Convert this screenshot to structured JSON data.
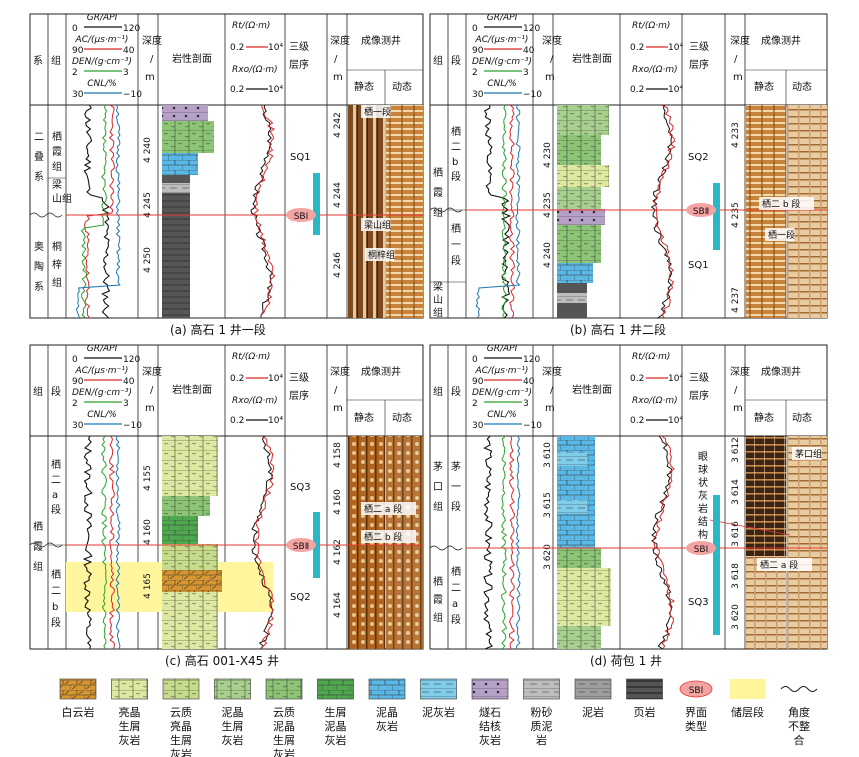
{
  "colors": {
    "gr": "#111111",
    "ac": "#d62728",
    "den": "#2ca02c",
    "cnl": "#1f77b4",
    "sb": "#e53935",
    "sb_fill": "#f4a3a3",
    "sys_bar": "#2bb7c6",
    "reservoir": "#fff59d",
    "dolomite": "#d9962e",
    "bright_lime": "#dfe8a0",
    "dol_bright_lime": "#c6dc8a",
    "micrite_bio": "#a8d08d",
    "dol_micrite_bio": "#8cc576",
    "bio_lime": "#4ea84e",
    "micrite_lime": "#5ab8e6",
    "marl": "#7fcde9",
    "chert": "#b7a0c8",
    "silty_mud": "#bdbdbd",
    "mudstone": "#9e9e9e",
    "shale": "#555555"
  },
  "log_header": {
    "gr": "GR/API",
    "gr_min": "0",
    "gr_max": "120",
    "ac": "AC/(μs·m⁻¹)",
    "ac_min": "90",
    "ac_max": "40",
    "den": "DEN/(g·cm⁻³)",
    "den_min": "2",
    "den_max": "3",
    "cnl": "CNL/%",
    "cnl_min": "30",
    "cnl_max": "−10",
    "depth": "深度/m",
    "lith": "岩性剖面",
    "rt": "Rt/(Ω·m)",
    "rt_min": "0.2",
    "rt_max": "10⁴",
    "rxo": "Rxo/(Ω·m)",
    "rxo_min": "0.2",
    "rxo_max": "10⁴",
    "seq": "三级层序",
    "img": "成像测井",
    "static": "静态",
    "dynamic": "动态"
  },
  "panels": {
    "a": {
      "caption": "(a) 高石 1 井一段",
      "col_system": "系",
      "col_group": "组",
      "systems": [
        "二叠系",
        "奥陶系"
      ],
      "groups": [
        "栖霞组",
        "梁山组",
        "桐梓组"
      ],
      "depth_ticks": [
        "4 240",
        "4 245",
        "4 250"
      ],
      "img_ticks": [
        "4 242",
        "4 244",
        "4 246"
      ],
      "seq": [
        "SQ1"
      ],
      "boundary": "SBⅠ",
      "img_labels": [
        "栖一段",
        "梁山组",
        "桐梓组"
      ]
    },
    "b": {
      "caption": "(b) 高石 1 井二段",
      "col_group": "组",
      "col_member": "段",
      "groups": [
        "栖霞组",
        "梁山组"
      ],
      "members": [
        "栖二b段",
        "栖一段"
      ],
      "depth_ticks": [
        "4 230",
        "4 235",
        "4 240"
      ],
      "img_ticks": [
        "4 233",
        "4 235",
        "4 237"
      ],
      "seq": [
        "SQ2",
        "SQ1"
      ],
      "boundary": "SBⅡ",
      "img_labels": [
        "栖二 b 段",
        "栖一段"
      ]
    },
    "c": {
      "caption": "(c) 高石 001-X45 井",
      "col_group": "组",
      "col_member": "段",
      "groups": [
        "栖霞组"
      ],
      "members": [
        "栖二a段",
        "栖二b段"
      ],
      "depth_ticks": [
        "4 155",
        "4 160",
        "4 165"
      ],
      "img_ticks": [
        "4 158",
        "4 160",
        "4 162",
        "4 164"
      ],
      "seq": [
        "SQ3",
        "SQ2"
      ],
      "boundary": "SBⅡ",
      "img_labels": [
        "栖二 a 段",
        "栖二 b 段"
      ]
    },
    "d": {
      "caption": "(d) 荷包 1 井",
      "col_group": "组",
      "col_member": "段",
      "groups": [
        "茅口组",
        "栖霞组"
      ],
      "members": [
        "茅一段",
        "栖二a段"
      ],
      "depth_ticks": [
        "3 610",
        "3 615",
        "3 620"
      ],
      "img_ticks": [
        "3 612",
        "3 614",
        "3 616",
        "3 618",
        "3 620"
      ],
      "seq": [
        "SQ3"
      ],
      "boundary": "SBⅠ",
      "annotation": "眼球状灰岩结构",
      "img_labels": [
        "茅口组",
        "栖二 a 段"
      ]
    }
  },
  "legend": [
    {
      "name": "dolomite",
      "label": "白云岩"
    },
    {
      "name": "bright-bioclastic-limestone",
      "label": "亮晶生屑灰岩"
    },
    {
      "name": "dolomitic-bright-bioclastic-limestone",
      "label": "云质亮晶生屑灰岩"
    },
    {
      "name": "micritic-bioclastic-limestone",
      "label": "泥晶生屑灰岩"
    },
    {
      "name": "dolomitic-micritic-bioclastic-limestone",
      "label": "云质泥晶生屑灰岩"
    },
    {
      "name": "bioclastic-micrite",
      "label": "生屑泥晶灰岩"
    },
    {
      "name": "micrite-limestone",
      "label": "泥晶灰岩"
    },
    {
      "name": "marl",
      "label": "泥灰岩"
    },
    {
      "name": "chert-nodule-limestone",
      "label": "燧石结核灰岩"
    },
    {
      "name": "silty-mudstone",
      "label": "粉砂质泥岩"
    },
    {
      "name": "mudstone",
      "label": "泥岩"
    },
    {
      "name": "shale",
      "label": "页岩"
    },
    {
      "name": "boundary-type",
      "label": "界面类型",
      "symbol": "SBⅠ"
    },
    {
      "name": "reservoir",
      "label": "储层段"
    },
    {
      "name": "unconformity",
      "label": "角度不整合"
    }
  ]
}
